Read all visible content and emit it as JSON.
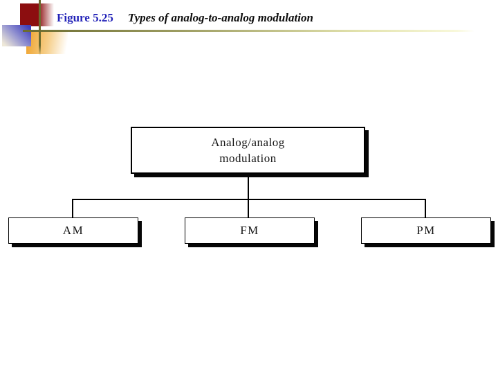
{
  "header": {
    "figure_label": "Figure 5.25",
    "figure_title": "Types of analog-to-analog modulation"
  },
  "diagram": {
    "type": "tree",
    "root": {
      "label": "Analog/analog\nmodulation"
    },
    "children": [
      {
        "label": "AM"
      },
      {
        "label": "FM"
      },
      {
        "label": "PM"
      }
    ]
  },
  "colors": {
    "figure_label_blue": "#2323b8",
    "accent_dark_red": "#8c0e10",
    "accent_blue": "#4040bc",
    "accent_orange": "#f0a838",
    "accent_olive": "#6b6b2f",
    "line_black": "#000000",
    "shadow_black": "#060606",
    "background": "#ffffff"
  }
}
